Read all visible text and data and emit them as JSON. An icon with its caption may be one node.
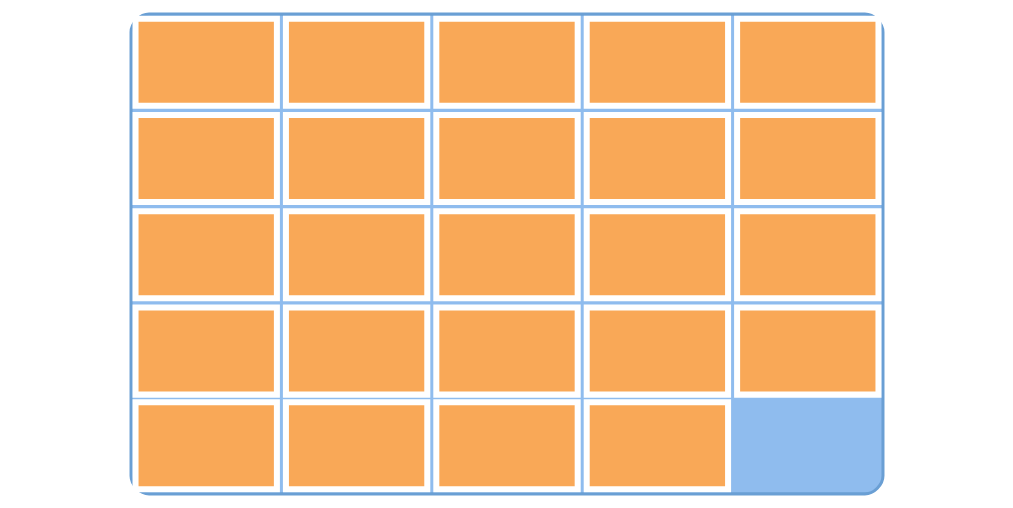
{
  "diagram": {
    "nodes": [
      {
        "text": [],
        "shape": "cloud"
      },
      {
        "text": [],
        "shape": "box",
        "in": 0
      },
      {
        "text": [],
        "shape": "box",
        "in": 0
      },
      {
        "text": [],
        "shape": "box",
        "in": 0
      },
      {
        "text": [],
        "shape": "box",
        "in": 0
      },
      {
        "text": [],
        "shape": "box",
        "in": 0
      },
      {
        "text": [],
        "shape": "box",
        "in": 0
      },
      {
        "text": [],
        "shape": "box",
        "in": 0
      },
      {
        "text": [],
        "shape": "box",
        "in": 0
      },
      {
        "text": [],
        "shape": "box",
        "in": 0
      },
      {
        "text": [],
        "shape": "box",
        "in": 0
      },
      {
        "text": [],
        "shape": "box",
        "in": 0
      },
      {
        "text": [],
        "shape": "box",
        "in": 0
      },
      {
        "text": [],
        "shape": "box",
        "in": 0
      },
      {
        "text": [],
        "shape": "box",
        "in": 0
      },
      {
        "text": [],
        "shape": "box",
        "in": 0
      },
      {
        "text": [],
        "shape": "box",
        "in": 0
      },
      {
        "text": [],
        "shape": "box",
        "in": 0
      },
      {
        "text": [],
        "shape": "box",
        "in": 0
      },
      {
        "text": [],
        "shape": "box",
        "in": 0
      },
      {
        "text": [],
        "shape": "box",
        "in": 0
      },
      {
        "text": [],
        "shape": "box",
        "in": 0
      },
      {
        "text": [],
        "shape": "box",
        "in": 0
      },
      {
        "text": [],
        "shape": "box",
        "in": 0
      },
      {
        "text": [],
        "shape": "box",
        "in": 0
      }
    ]
  }
}
